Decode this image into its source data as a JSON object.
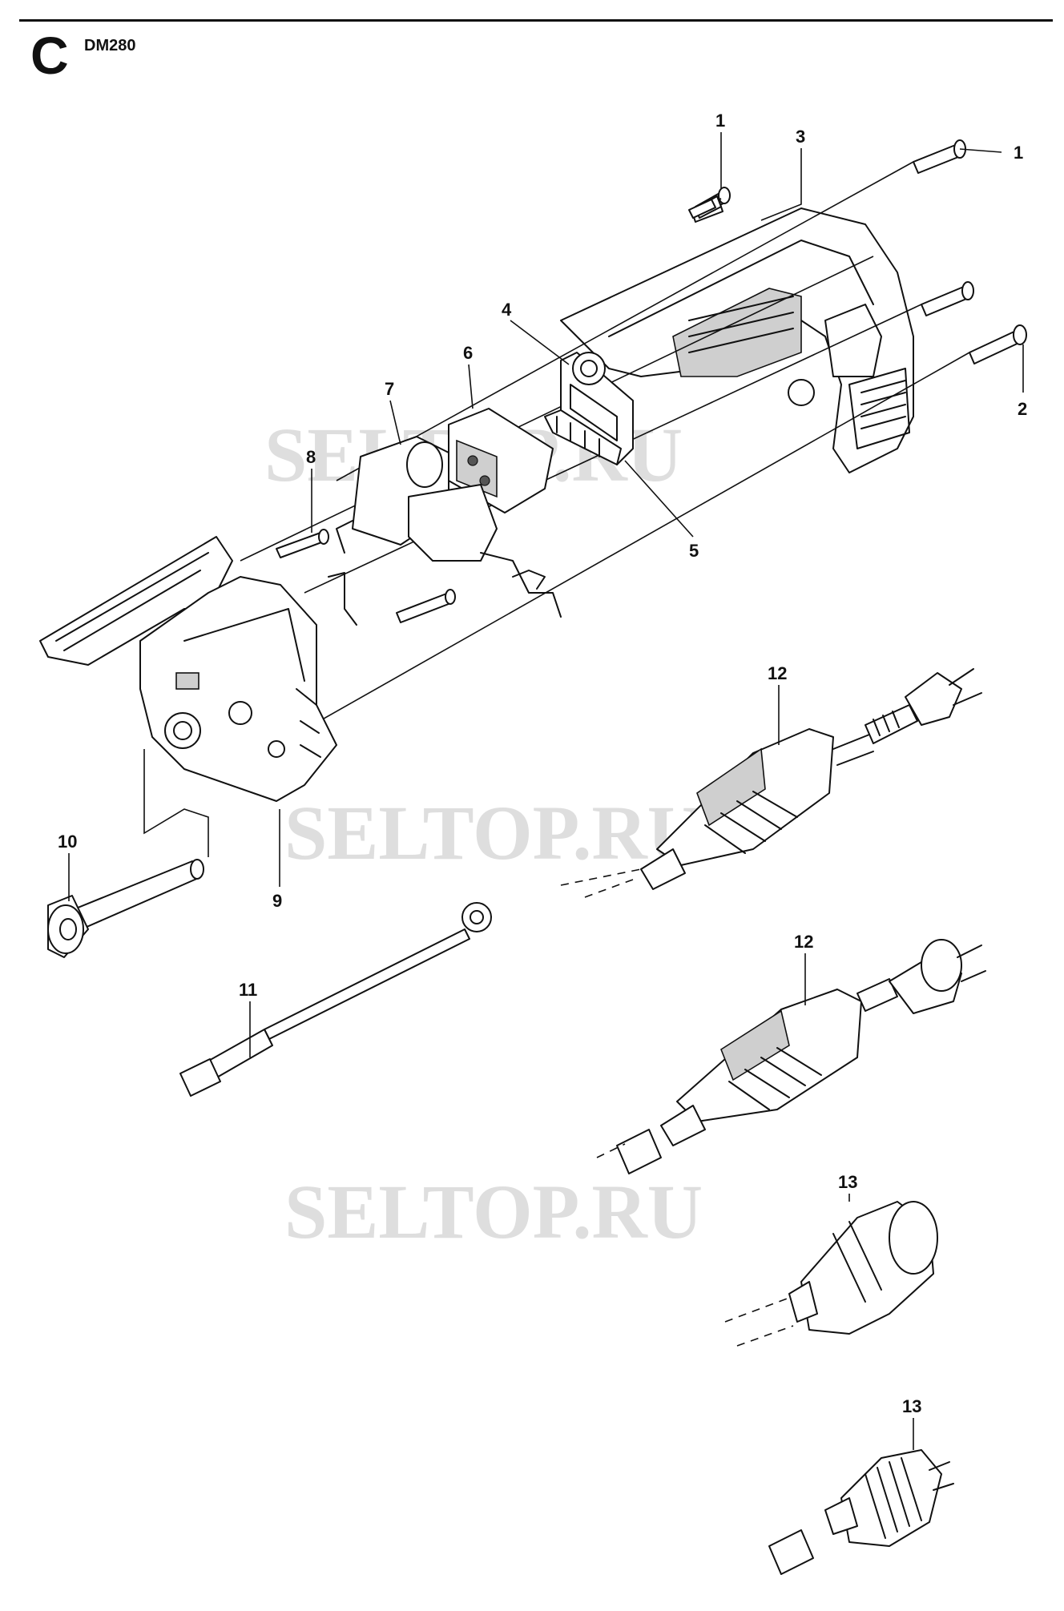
{
  "header": {
    "section_letter": "C",
    "model": "DM280"
  },
  "watermarks": [
    "SELTOP.RU",
    "SELTOP.RU",
    "SELTOP.RU"
  ],
  "callouts": [
    "1",
    "1",
    "2",
    "3",
    "4",
    "5",
    "6",
    "7",
    "8",
    "9",
    "10",
    "11",
    "12",
    "12",
    "13",
    "13"
  ]
}
